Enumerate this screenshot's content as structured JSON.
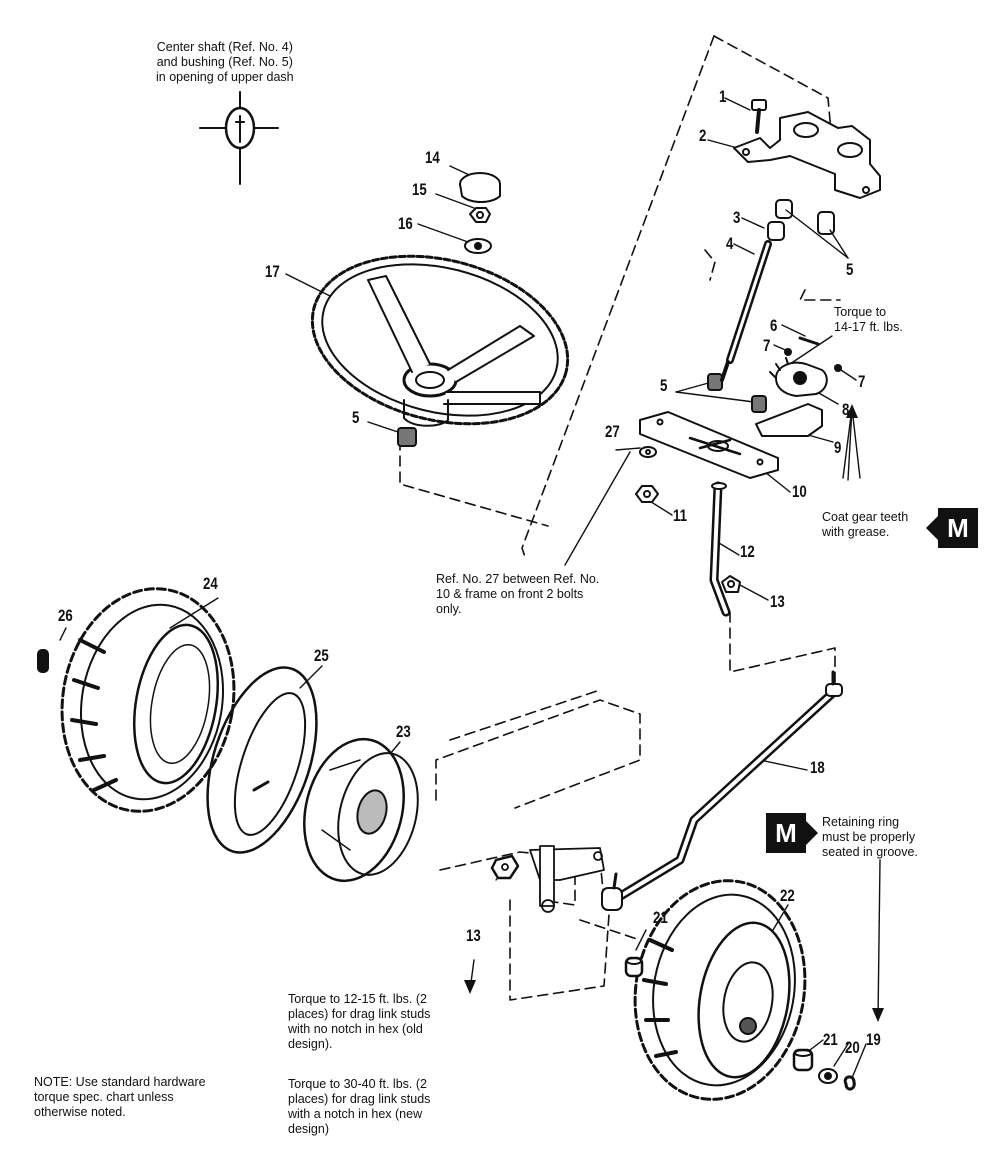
{
  "notes": {
    "center_shaft": [
      "Center shaft (Ref. No. 4)",
      "and bushing (Ref. No. 5)",
      "in opening of upper dash"
    ],
    "torque_gear_plate": [
      "Torque to",
      "14-17 ft. lbs."
    ],
    "coat_gear": [
      "Coat gear teeth",
      "with grease."
    ],
    "ref27": [
      "Ref. No. 27 between Ref. No.",
      "10 & frame on front 2 bolts",
      "only."
    ],
    "retaining_ring": [
      "Retaining ring",
      "must be properly",
      "seated in groove."
    ],
    "torque_old": [
      "Torque to 12-15 ft. lbs. (2",
      "places) for drag link studs",
      "with no notch in hex (old",
      "design)."
    ],
    "torque_new": [
      "Torque to 30-40 ft. lbs. (2",
      "places) for drag link studs",
      "with a notch in hex (new",
      "design)"
    ],
    "general": [
      "NOTE: Use standard hardware",
      "torque spec. chart unless",
      "otherwise noted."
    ]
  },
  "badges": {
    "left": "M",
    "right": "M"
  },
  "callouts": {
    "c1": "1",
    "c2": "2",
    "c3": "3",
    "c4": "4",
    "c5a": "5",
    "c5b": "5",
    "c5c": "5",
    "c6": "6",
    "c7a": "7",
    "c7b": "7",
    "c8": "8",
    "c9": "9",
    "c10": "10",
    "c11": "11",
    "c12": "12",
    "c13a": "13",
    "c13b": "13",
    "c14": "14",
    "c15": "15",
    "c16": "16",
    "c17": "17",
    "c18": "18",
    "c19": "19",
    "c20": "20",
    "c21a": "21",
    "c21b": "21",
    "c22": "22",
    "c23": "23",
    "c24": "24",
    "c25": "25",
    "c26": "26",
    "c27": "27"
  }
}
